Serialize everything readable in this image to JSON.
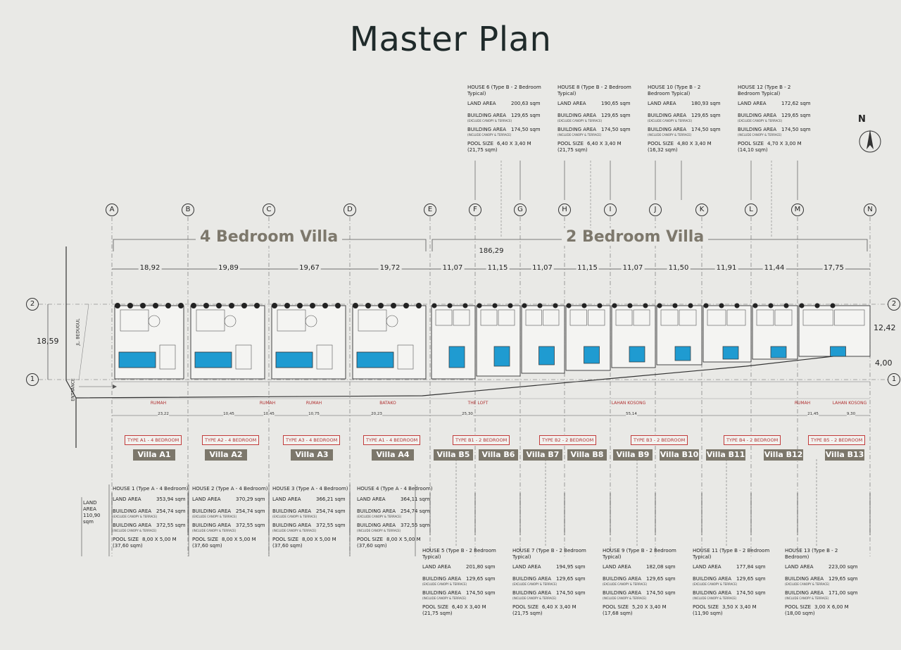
{
  "title": "Master Plan",
  "sections": {
    "a": "4 Bedroom Villa",
    "b": "2 Bedroom Villa"
  },
  "total_width": "186,29",
  "grid_letters": [
    "A",
    "B",
    "C",
    "D",
    "E",
    "F",
    "G",
    "H",
    "I",
    "J",
    "K",
    "L",
    "M",
    "N"
  ],
  "grid_numbers": [
    "1",
    "2"
  ],
  "dims": [
    "18,92",
    "19,89",
    "19,67",
    "19,72",
    "11,07",
    "11,15",
    "11,07",
    "11,15",
    "11,07",
    "11,50",
    "11,91",
    "11,44",
    "17,75"
  ],
  "side_dims": {
    "left": "18,59",
    "right_top": "12,42",
    "right_bottom": "4,00"
  },
  "road_label": "JL. BEDUGUL",
  "entrance_label": "ENTRANCE",
  "land_labels": [
    "RUMAH",
    "RUMAH",
    "RUMAH",
    "BATAKO",
    "THE LOFT",
    "LAHAN KOSONG",
    "RUMAH",
    "LAHAN KOSONG"
  ],
  "land_dims": [
    "23,22",
    "10,45",
    "10,45",
    "10,75",
    "20,23",
    "25,30",
    "55,14",
    "21,45",
    "9,30"
  ],
  "type_labels": [
    "TYPE A1 - 4 BEDROOM",
    "TYPE A2 - 4 BEDROOM",
    "TYPE A3 - 4 BEDROOM",
    "TYPE A1 - 4 BEDROOM",
    "TYPE B1 - 2 BEDROOM",
    "TYPE B2 - 2 BEDROOM",
    "TYPE B3 - 2 BEDROOM",
    "TYPE B4 - 2 BEDROOM",
    "TYPE B5 - 2 BEDROOM"
  ],
  "villas": [
    "Villa A1",
    "Villa A2",
    "Villa A3",
    "Villa A4",
    "Villa B5",
    "Villa B6",
    "Villa B7",
    "Villa B8",
    "Villa B9",
    "Villa B10",
    "Villa B11",
    "Villa B12",
    "Villa B13"
  ],
  "north": "N",
  "land_area_total": {
    "label": "LAND AREA",
    "value": "110,90 sqm"
  },
  "labels": {
    "land": "LAND AREA",
    "building": "BUILDING AREA",
    "pool": "POOL SIZE",
    "note": "(EXCLUDE CANOPY & TERRACE)",
    "note2": "(INCLUDE CANOPY & TERRACE)"
  },
  "houses_top": [
    {
      "head": "HOUSE 6 (Type B - 2 Bedroom Typical)",
      "land": "200,63 sqm",
      "b1": "129,65 sqm",
      "b2": "174,50 sqm",
      "pool": "6,40 X 3,40 M",
      "pool_area": "(21,75 sqm)"
    },
    {
      "head": "HOUSE 8 (Type B - 2 Bedroom Typical)",
      "land": "190,65 sqm",
      "b1": "129,65 sqm",
      "b2": "174,50 sqm",
      "pool": "6,40 X 3,40 M",
      "pool_area": "(21,75 sqm)"
    },
    {
      "head": "HOUSE 10 (Type B - 2 Bedroom Typical)",
      "land": "180,93 sqm",
      "b1": "129,65 sqm",
      "b2": "174,50 sqm",
      "pool": "4,80 X 3,40 M",
      "pool_area": "(16,32 sqm)"
    },
    {
      "head": "HOUSE 12 (Type B - 2 Bedroom Typical)",
      "land": "172,62 sqm",
      "b1": "129,65 sqm",
      "b2": "174,50 sqm",
      "pool": "4,70 X 3,00 M",
      "pool_area": "(14,10 sqm)"
    }
  ],
  "houses_a": [
    {
      "head": "HOUSE 1 (Type A - 4 Bedroom)",
      "land": "353,94 sqm",
      "b1": "254,74 sqm",
      "b2": "372,55 sqm",
      "pool": "8,00 X 5,00 M",
      "pool_area": "(37,60 sqm)"
    },
    {
      "head": "HOUSE 2 (Type A - 4 Bedroom)",
      "land": "370,29 sqm",
      "b1": "254,74 sqm",
      "b2": "372,55 sqm",
      "pool": "8,00 X 5,00 M",
      "pool_area": "(37,60 sqm)"
    },
    {
      "head": "HOUSE 3 (Type A - 4 Bedroom)",
      "land": "366,21 sqm",
      "b1": "254,74 sqm",
      "b2": "372,55 sqm",
      "pool": "8,00 X 5,00 M",
      "pool_area": "(37,60 sqm)"
    },
    {
      "head": "HOUSE 4 (Type A - 4 Bedroom)",
      "land": "364,11 sqm",
      "b1": "254,74 sqm",
      "b2": "372,55 sqm",
      "pool": "8,00 X 5,00 M",
      "pool_area": "(37,60 sqm)"
    }
  ],
  "houses_bottom": [
    {
      "head": "HOUSE 5 (Type B - 2 Bedroom Typical)",
      "land": "201,80 sqm",
      "b1": "129,65 sqm",
      "b2": "174,50 sqm",
      "pool": "6,40 X 3,40 M",
      "pool_area": "(21,75 sqm)"
    },
    {
      "head": "HOUSE 7 (Type B - 2 Bedroom Typical)",
      "land": "194,95 sqm",
      "b1": "129,65 sqm",
      "b2": "174,50 sqm",
      "pool": "6,40 X 3,40 M",
      "pool_area": "(21,75 sqm)"
    },
    {
      "head": "HOUSE 9 (Type B - 2 Bedroom Typical)",
      "land": "182,08 sqm",
      "b1": "129,65 sqm",
      "b2": "174,50 sqm",
      "pool": "5,20 X 3,40 M",
      "pool_area": "(17,68 sqm)"
    },
    {
      "head": "HOUSE 11 (Type B - 2 Bedroom Typical)",
      "land": "177,84 sqm",
      "b1": "129,65 sqm",
      "b2": "174,50 sqm",
      "pool": "3,50 X 3,40 M",
      "pool_area": "(11,90 sqm)"
    },
    {
      "head": "HOUSE 13 (Type B - 2 Bedroom)",
      "land": "223,00 sqm",
      "b1": "129,65 sqm",
      "b2": "171,00 sqm",
      "pool": "3,00 X 6,00 M",
      "pool_area": "(18,00 sqm)"
    }
  ]
}
